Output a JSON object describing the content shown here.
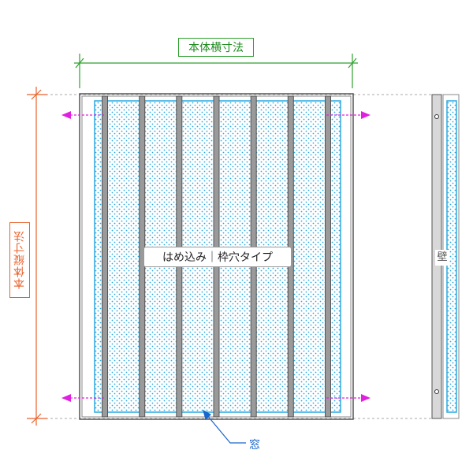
{
  "labels": {
    "width": "本体横寸法",
    "height": "本体縦寸法",
    "type": "はめ込み｜枠穴タイプ",
    "wall": "壁",
    "window": "窓"
  },
  "colors": {
    "width_dimension": "#2fa02f",
    "height_dimension": "#e8622c",
    "window_glass": "#2aa8e0",
    "arrows": "#e020e0",
    "bars": "#9a9a9a",
    "frame": "#555555",
    "leader": "#1a66cc"
  },
  "diagram": {
    "bar_count": 7,
    "side_arrows_per_edge": 2
  }
}
